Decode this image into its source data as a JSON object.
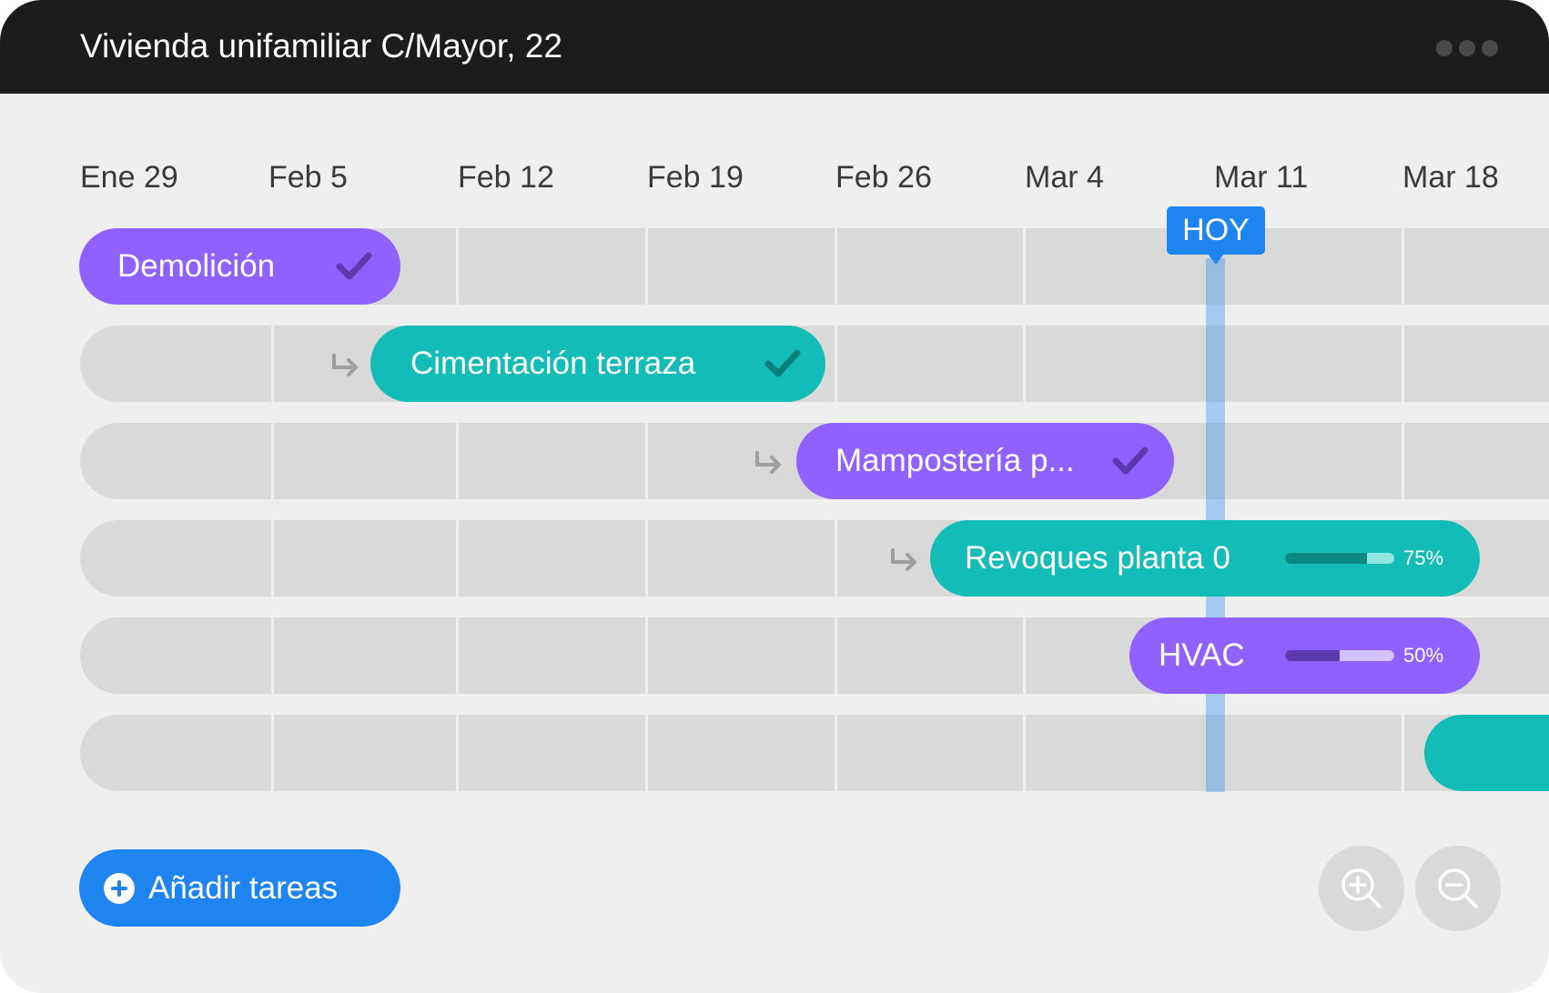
{
  "window": {
    "title": "Vivienda unifamiliar C/Mayor, 22",
    "menu_icon": "more-horizontal-icon"
  },
  "timeline": {
    "dates": [
      "Ene 29",
      "Feb 5",
      "Feb 12",
      "Feb 19",
      "Feb 26",
      "Mar 4",
      "Mar 11",
      "Mar 18"
    ],
    "today_label": "HOY",
    "today_color": "#1e84f0"
  },
  "tasks": [
    {
      "label": "Demolición",
      "color": "#8f62ff",
      "status": "completed",
      "status_icon": "check-icon"
    },
    {
      "label": "Cimentación terraza",
      "color": "#14bcb8",
      "status": "completed",
      "status_icon": "check-icon",
      "dependency_icon": "dependency-arrow-icon"
    },
    {
      "label": "Mampostería p...",
      "color": "#8f62ff",
      "status": "completed",
      "status_icon": "check-icon",
      "dependency_icon": "dependency-arrow-icon"
    },
    {
      "label": "Revoques planta 0",
      "color": "#14bcb8",
      "progress": 75,
      "progress_label": "75%",
      "dependency_icon": "dependency-arrow-icon"
    },
    {
      "label": "HVAC",
      "color": "#8f62ff",
      "progress": 50,
      "progress_label": "50%"
    },
    {
      "label": "",
      "color": "#14bcb8"
    }
  ],
  "actions": {
    "add_tasks_label": "Añadir tareas",
    "add_icon": "plus-circle-icon",
    "zoom_in_icon": "zoom-in-icon",
    "zoom_out_icon": "zoom-out-icon",
    "button_color": "#1e84f0"
  }
}
